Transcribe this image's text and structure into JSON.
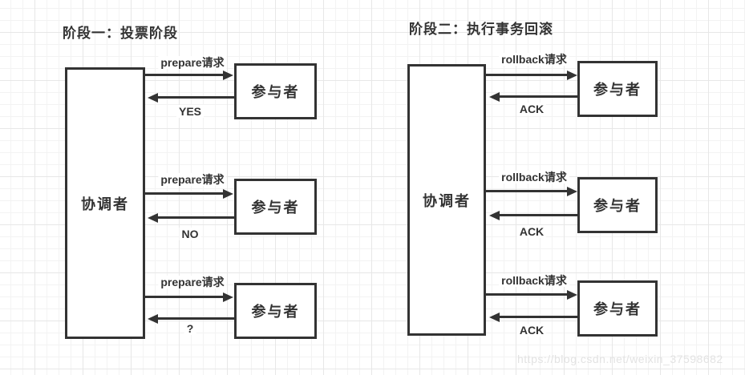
{
  "watermark": "https://blog.csdn.net/weixin_37598682",
  "colors": {
    "line": "#333333",
    "grid_minor": "#f3f3f3",
    "grid_major": "#e7e7e7",
    "watermark": "#e3e3e3"
  },
  "diagrams": [
    {
      "title": "阶段一：投票阶段",
      "coordinator": "协调者",
      "rows": [
        {
          "participant": "参与者",
          "request": "prepare请求",
          "response": "YES"
        },
        {
          "participant": "参与者",
          "request": "prepare请求",
          "response": "NO"
        },
        {
          "participant": "参与者",
          "request": "prepare请求",
          "response": "?"
        }
      ]
    },
    {
      "title": "阶段二：执行事务回滚",
      "coordinator": "协调者",
      "rows": [
        {
          "participant": "参与者",
          "request": "rollback请求",
          "response": "ACK"
        },
        {
          "participant": "参与者",
          "request": "rollback请求",
          "response": "ACK"
        },
        {
          "participant": "参与者",
          "request": "rollback请求",
          "response": "ACK"
        }
      ]
    }
  ]
}
